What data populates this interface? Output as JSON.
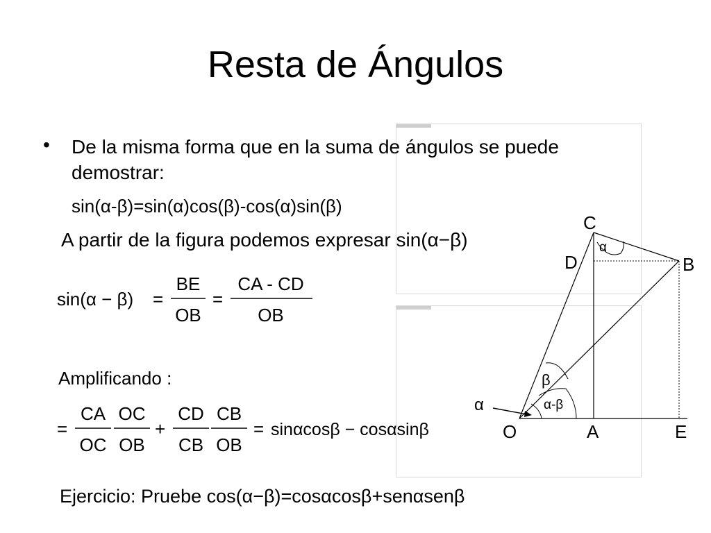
{
  "slide": {
    "title": "Resta de Ángulos",
    "bullet_marker": "•",
    "bullet_text": "De la misma forma que en la suma de ángulos se puede demostrar:",
    "identity": "sin(α-β)=sin(α)cos(β)-cos(α)sin(β)",
    "figure_intro": "A partir de la figura podemos expresar sin(α−β)",
    "amplificando": "Amplificando :",
    "exercise": "Ejercicio: Pruebe cos(α−β)=cosαcosβ+senαsenβ"
  },
  "equation1": {
    "lhs": "sin(α − β)",
    "eq": "=",
    "frac1_num": "BE",
    "frac1_den": "OB",
    "frac2_num": "CA - CD",
    "frac2_den": "OB"
  },
  "equation2": {
    "lead": "=",
    "f1_num": "CA",
    "f1_den": "OC",
    "f2_num": "OC",
    "f2_den": "OB",
    "plus": "+",
    "f3_num": "CD",
    "f3_den": "CB",
    "f4_num": "CB",
    "f4_den": "OB",
    "eq": "=",
    "result": "sinαcosβ − cosαsinβ"
  },
  "figure": {
    "points": {
      "C": "C",
      "D": "D",
      "B": "B",
      "O": "O",
      "A": "A",
      "E": "E"
    },
    "angle_labels": {
      "alpha_top": "α",
      "beta": "β",
      "alpha_minus_beta": "α-β",
      "alpha_arrow": "α"
    }
  }
}
